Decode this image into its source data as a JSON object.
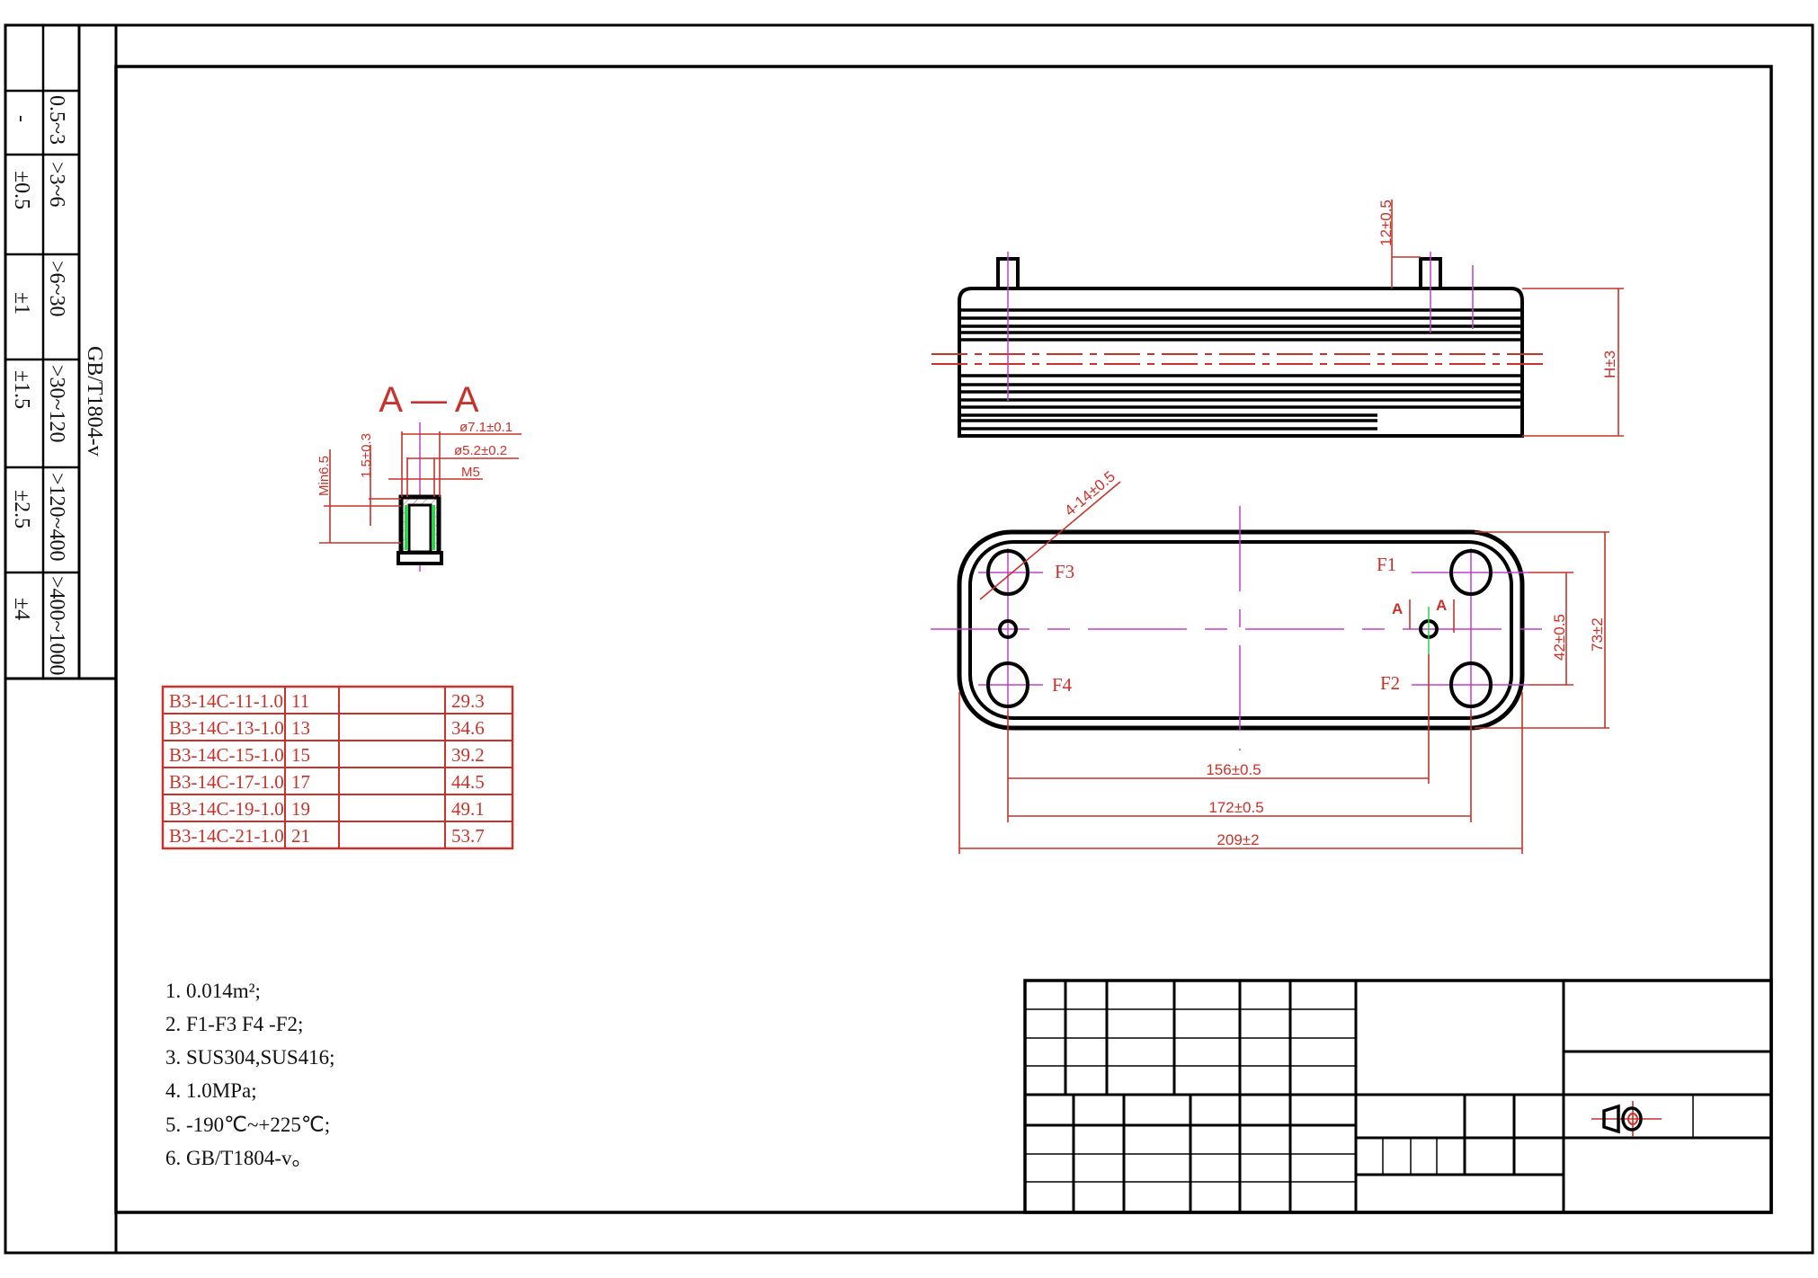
{
  "tolerance_table": {
    "standard": "GB/T1804-v",
    "rows": [
      {
        "range": "0.5~3",
        "tol": "-"
      },
      {
        "range": ">3~6",
        "tol": "±0.5"
      },
      {
        "range": ">6~30",
        "tol": "±1"
      },
      {
        "range": ">30~120",
        "tol": "±1.5"
      },
      {
        "range": ">120~400",
        "tol": "±2.5"
      },
      {
        "range": ">400~1000",
        "tol": "±4"
      }
    ]
  },
  "section": {
    "title": "A — A",
    "dia_outer": "ø7.1±0.1",
    "dia_inner": "ø5.2±0.2",
    "thread": "M5",
    "depth": "1.5±0.3",
    "min_len": "Min6.5"
  },
  "side_view": {
    "pin_height": "12±0.5",
    "height": "H±3"
  },
  "top_view": {
    "holes": "4-14±0.5",
    "ports": {
      "f1": "F1",
      "f2": "F2",
      "f3": "F3",
      "f4": "F4"
    },
    "section_mark": "A",
    "dim_156": "156±0.5",
    "dim_172": "172±0.5",
    "dim_209": "209±2",
    "dim_42": "42±0.5",
    "dim_73": "73±2"
  },
  "parts_table": [
    {
      "model": "B3-14C-11-1.0",
      "plates": "11",
      "blank": "",
      "value": "29.3"
    },
    {
      "model": "B3-14C-13-1.0",
      "plates": "13",
      "blank": "",
      "value": "34.6"
    },
    {
      "model": "B3-14C-15-1.0",
      "plates": "15",
      "blank": "",
      "value": "39.2"
    },
    {
      "model": "B3-14C-17-1.0",
      "plates": "17",
      "blank": "",
      "value": "44.5"
    },
    {
      "model": "B3-14C-19-1.0",
      "plates": "19",
      "blank": "",
      "value": "49.1"
    },
    {
      "model": "B3-14C-21-1.0",
      "plates": "21",
      "blank": "",
      "value": "53.7"
    }
  ],
  "notes": [
    "1. 0.014m²;",
    "2. F1-F3 F4 -F2;",
    "3. SUS304,SUS416;",
    "4. 1.0MPa;",
    "5. -190℃~+225℃;",
    "6. GB/T1804-v。"
  ],
  "colors": {
    "dimension": "#c8322a",
    "centerline": "#c040c8",
    "outline": "#000000"
  }
}
